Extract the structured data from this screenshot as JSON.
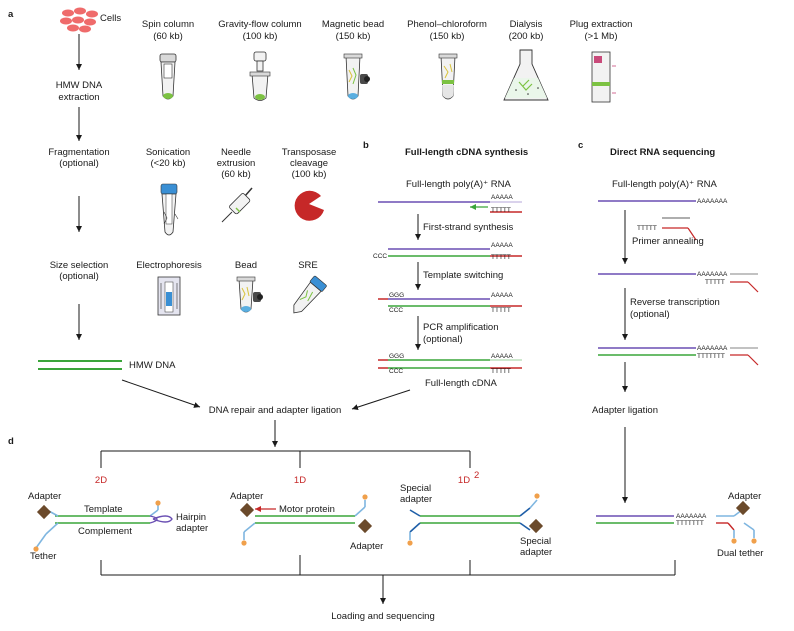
{
  "panel_labels": {
    "a": "a",
    "b": "b",
    "c": "c",
    "d": "d"
  },
  "panel_a": {
    "cells": "Cells",
    "extraction_line1": "HMW DNA",
    "extraction_line2": "extraction",
    "fragmentation_line1": "Fragmentation",
    "fragmentation_line2": "(optional)",
    "size_selection_line1": "Size selection",
    "size_selection_line2": "(optional)",
    "hmw_dna": "HMW DNA",
    "extraction_methods": [
      {
        "name": "Spin column",
        "size": "(60 kb)"
      },
      {
        "name": "Gravity-flow column",
        "size": "(100 kb)"
      },
      {
        "name": "Magnetic bead",
        "size": "(150 kb)"
      },
      {
        "name": "Phenol–chloroform",
        "size": "(150 kb)"
      },
      {
        "name": "Dialysis",
        "size": "(200 kb)"
      },
      {
        "name": "Plug extraction",
        "size": "(>1 Mb)"
      }
    ],
    "fragmentation_methods": [
      {
        "lines": [
          "Sonication",
          "(<20 kb)"
        ]
      },
      {
        "lines": [
          "Needle",
          "extrusion",
          "(60 kb)"
        ]
      },
      {
        "lines": [
          "Transposase",
          "cleavage",
          "(100 kb)"
        ]
      }
    ],
    "size_selection_methods": [
      "Electrophoresis",
      "Bead",
      "SRE"
    ]
  },
  "panel_b": {
    "title": "Full-length cDNA synthesis",
    "rna_label": "Full-length poly(A)⁺ RNA",
    "step1": "First-strand synthesis",
    "step2": "Template switching",
    "step3_line1": "PCR amplification",
    "step3_line2": "(optional)",
    "result": "Full-length cDNA",
    "seq_aaaaa": "AAAAA",
    "seq_ttttt": "TTTTT",
    "seq_ccc": "CCC",
    "seq_ggg": "GGG"
  },
  "panel_c": {
    "title": "Direct RNA sequencing",
    "rna_label": "Full-length poly(A)⁺ RNA",
    "primer_annealing": "Primer annealing",
    "rt_line1": "Reverse transcription",
    "rt_line2": "(optional)",
    "adapter_ligation": "Adapter ligation",
    "seq_a7": "AAAAAAA",
    "seq_t5": "TTTTT",
    "seq_t7": "TTTTTTT"
  },
  "merge_label": "DNA repair and adapter ligation",
  "panel_d": {
    "mode_2d": "2D",
    "mode_1d": "1D",
    "mode_1d2": "1D",
    "mode_1d2_sup": "2",
    "adapter": "Adapter",
    "template": "Template",
    "complement": "Complement",
    "hairpin_line1": "Hairpin",
    "hairpin_line2": "adapter",
    "tether": "Tether",
    "motor_protein": "Motor protein",
    "adapter_1d": "Adapter",
    "special_adapter_line1": "Special",
    "special_adapter_line2": "adapter",
    "adapter_rna": "Adapter",
    "dual_tether": "Dual tether",
    "loading": "Loading and sequencing",
    "seq_a7": "AAAAAAA",
    "seq_t7": "TTTTTTT"
  },
  "colors": {
    "dna_green": "#3aa53a",
    "rna_purple": "#6a4fb3",
    "primer_red": "#c62828",
    "adapter_blue": "#1f5fa8",
    "light_blue": "#7fb6e0",
    "tether_orange": "#f0a04b",
    "motor_brown": "#6b4a2b"
  },
  "icons": [
    "cells-icon",
    "spin-column-icon",
    "gravity-column-icon",
    "magnetic-bead-icon",
    "phenol-tube-icon",
    "dialysis-flask-icon",
    "plug-extraction-icon",
    "sonication-icon",
    "needle-icon",
    "transposase-icon",
    "electrophoresis-icon",
    "bead-icon",
    "sre-tube-icon"
  ]
}
